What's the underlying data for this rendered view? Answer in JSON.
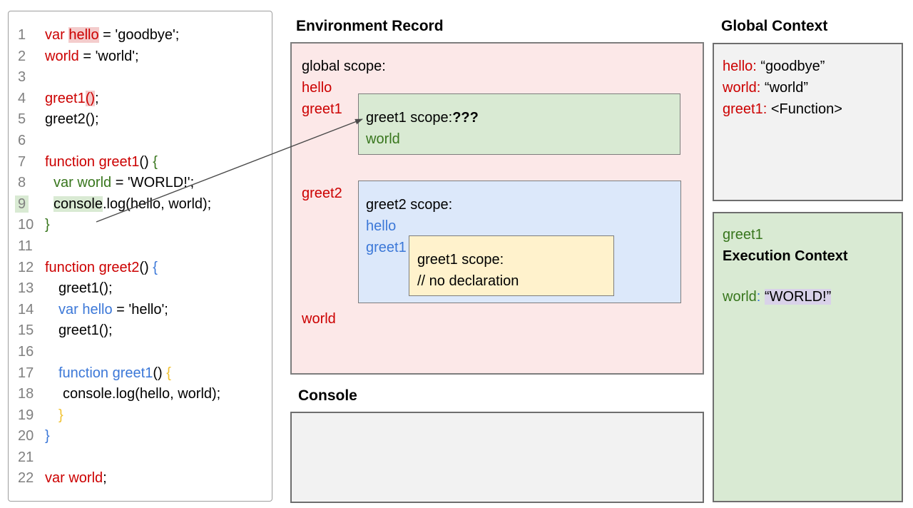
{
  "palette": {
    "red": "#cc0000",
    "green": "#38761d",
    "blue": "#3c78d8",
    "yellow_brace": "#f1c232",
    "pink_box_bg": "#fce8e8",
    "green_box_bg": "#d9ead3",
    "blue_box_bg": "#dce8fa",
    "yellow_box_bg": "#fff2cc",
    "gray_box_bg": "#f2f2f2",
    "pink_highlight": "#f4cccc",
    "green_highlight": "#d9ead3",
    "lavender_highlight": "#d9d2e9",
    "line_number_gray": "#808080"
  },
  "code_panel": {
    "lines": [
      {
        "n": "1",
        "ind": 0,
        "tokens": [
          {
            "t": "var ",
            "c": "red"
          },
          {
            "t": "hello",
            "c": "red",
            "hl": "pink"
          },
          {
            "t": " = 'goodbye';",
            "c": "black"
          }
        ]
      },
      {
        "n": "2",
        "ind": 0,
        "tokens": [
          {
            "t": "world",
            "c": "red"
          },
          {
            "t": " = 'world';",
            "c": "black"
          }
        ]
      },
      {
        "n": "3",
        "ind": 0,
        "tokens": []
      },
      {
        "n": "4",
        "ind": 0,
        "tokens": [
          {
            "t": "greet1",
            "c": "red"
          },
          {
            "t": "()",
            "c": "red",
            "hl": "pink"
          },
          {
            "t": ";",
            "c": "black"
          }
        ]
      },
      {
        "n": "5",
        "ind": 0,
        "tokens": [
          {
            "t": "greet2();",
            "c": "black"
          }
        ]
      },
      {
        "n": "6",
        "ind": 0,
        "tokens": []
      },
      {
        "n": "7",
        "ind": 0,
        "tokens": [
          {
            "t": "function greet1",
            "c": "red"
          },
          {
            "t": "() ",
            "c": "black"
          },
          {
            "t": "{",
            "c": "green"
          }
        ]
      },
      {
        "n": "8",
        "ind": 12,
        "tokens": [
          {
            "t": "var world",
            "c": "green"
          },
          {
            "t": " = 'WORLD!';",
            "c": "black"
          }
        ]
      },
      {
        "n": "9",
        "ind": 12,
        "numHl": true,
        "tokens": [
          {
            "t": "console",
            "c": "black",
            "hl": "green"
          },
          {
            "t": ".log(hello, world);",
            "c": "black"
          }
        ]
      },
      {
        "n": "10",
        "ind": 0,
        "tokens": [
          {
            "t": "}",
            "c": "green"
          }
        ]
      },
      {
        "n": "11",
        "ind": 0,
        "tokens": []
      },
      {
        "n": "12",
        "ind": 0,
        "tokens": [
          {
            "t": "function greet2",
            "c": "red"
          },
          {
            "t": "() ",
            "c": "black"
          },
          {
            "t": "{",
            "c": "blue"
          }
        ]
      },
      {
        "n": "13",
        "ind": 19,
        "tokens": [
          {
            "t": "greet1();",
            "c": "black"
          }
        ]
      },
      {
        "n": "14",
        "ind": 19,
        "tokens": [
          {
            "t": "var hello",
            "c": "blue"
          },
          {
            "t": " = 'hello';",
            "c": "black"
          }
        ]
      },
      {
        "n": "15",
        "ind": 19,
        "tokens": [
          {
            "t": "greet1();",
            "c": "black"
          }
        ]
      },
      {
        "n": "16",
        "ind": 0,
        "tokens": []
      },
      {
        "n": "17",
        "ind": 19,
        "tokens": [
          {
            "t": "function greet1",
            "c": "blue"
          },
          {
            "t": "() ",
            "c": "black"
          },
          {
            "t": "{",
            "c": "yellow"
          }
        ]
      },
      {
        "n": "18",
        "ind": 25,
        "tokens": [
          {
            "t": "console.log(hello, world);",
            "c": "black"
          }
        ]
      },
      {
        "n": "19",
        "ind": 19,
        "tokens": [
          {
            "t": "}",
            "c": "yellow"
          }
        ]
      },
      {
        "n": "20",
        "ind": 0,
        "tokens": [
          {
            "t": "}",
            "c": "blue"
          }
        ]
      },
      {
        "n": "21",
        "ind": 0,
        "tokens": []
      },
      {
        "n": "22",
        "ind": 0,
        "tokens": [
          {
            "t": "var world",
            "c": "red"
          },
          {
            "t": ";",
            "c": "black"
          }
        ]
      }
    ]
  },
  "env_record": {
    "title": "Environment Record",
    "global_scope_label": "global scope:",
    "vars": {
      "hello": "hello",
      "greet1": "greet1",
      "greet2": "greet2",
      "world": "world"
    },
    "greet1_scope": {
      "heading": [
        {
          "t": "greet1 scope:",
          "c": "black"
        },
        {
          "t": "???",
          "c": "black",
          "b": true
        }
      ],
      "var1": [
        {
          "t": "world",
          "c": "green"
        }
      ]
    },
    "greet2_scope": {
      "heading": [
        {
          "t": "greet2 scope:",
          "c": "black"
        }
      ],
      "var1": [
        {
          "t": "hello",
          "c": "blue"
        }
      ],
      "var2": [
        {
          "t": "greet1",
          "c": "blue"
        }
      ]
    },
    "nested_greet1_scope": {
      "heading": [
        {
          "t": "greet1 scope:",
          "c": "black"
        }
      ],
      "comment": [
        {
          "t": "// no declaration",
          "c": "black"
        }
      ]
    }
  },
  "console_panel": {
    "title": "Console"
  },
  "global_context": {
    "title": "Global Context",
    "entries": [
      [
        {
          "t": "hello:",
          "c": "red"
        },
        {
          "t": " “goodbye”",
          "c": "black"
        }
      ],
      [
        {
          "t": "world:",
          "c": "red"
        },
        {
          "t": " “world”",
          "c": "black"
        }
      ],
      [
        {
          "t": "greet1:",
          "c": "red"
        },
        {
          "t": " <Function>",
          "c": "black"
        }
      ]
    ]
  },
  "execution_context": {
    "fn_label": [
      {
        "t": "greet1",
        "c": "green"
      }
    ],
    "heading": "Execution Context",
    "entry": [
      {
        "t": "world",
        "c": "green"
      },
      {
        "t": ":",
        "c": "blue"
      },
      {
        "t": " ",
        "c": "black"
      },
      {
        "t": "“WORLD!”",
        "c": "black",
        "hl": "lavender"
      }
    ]
  }
}
